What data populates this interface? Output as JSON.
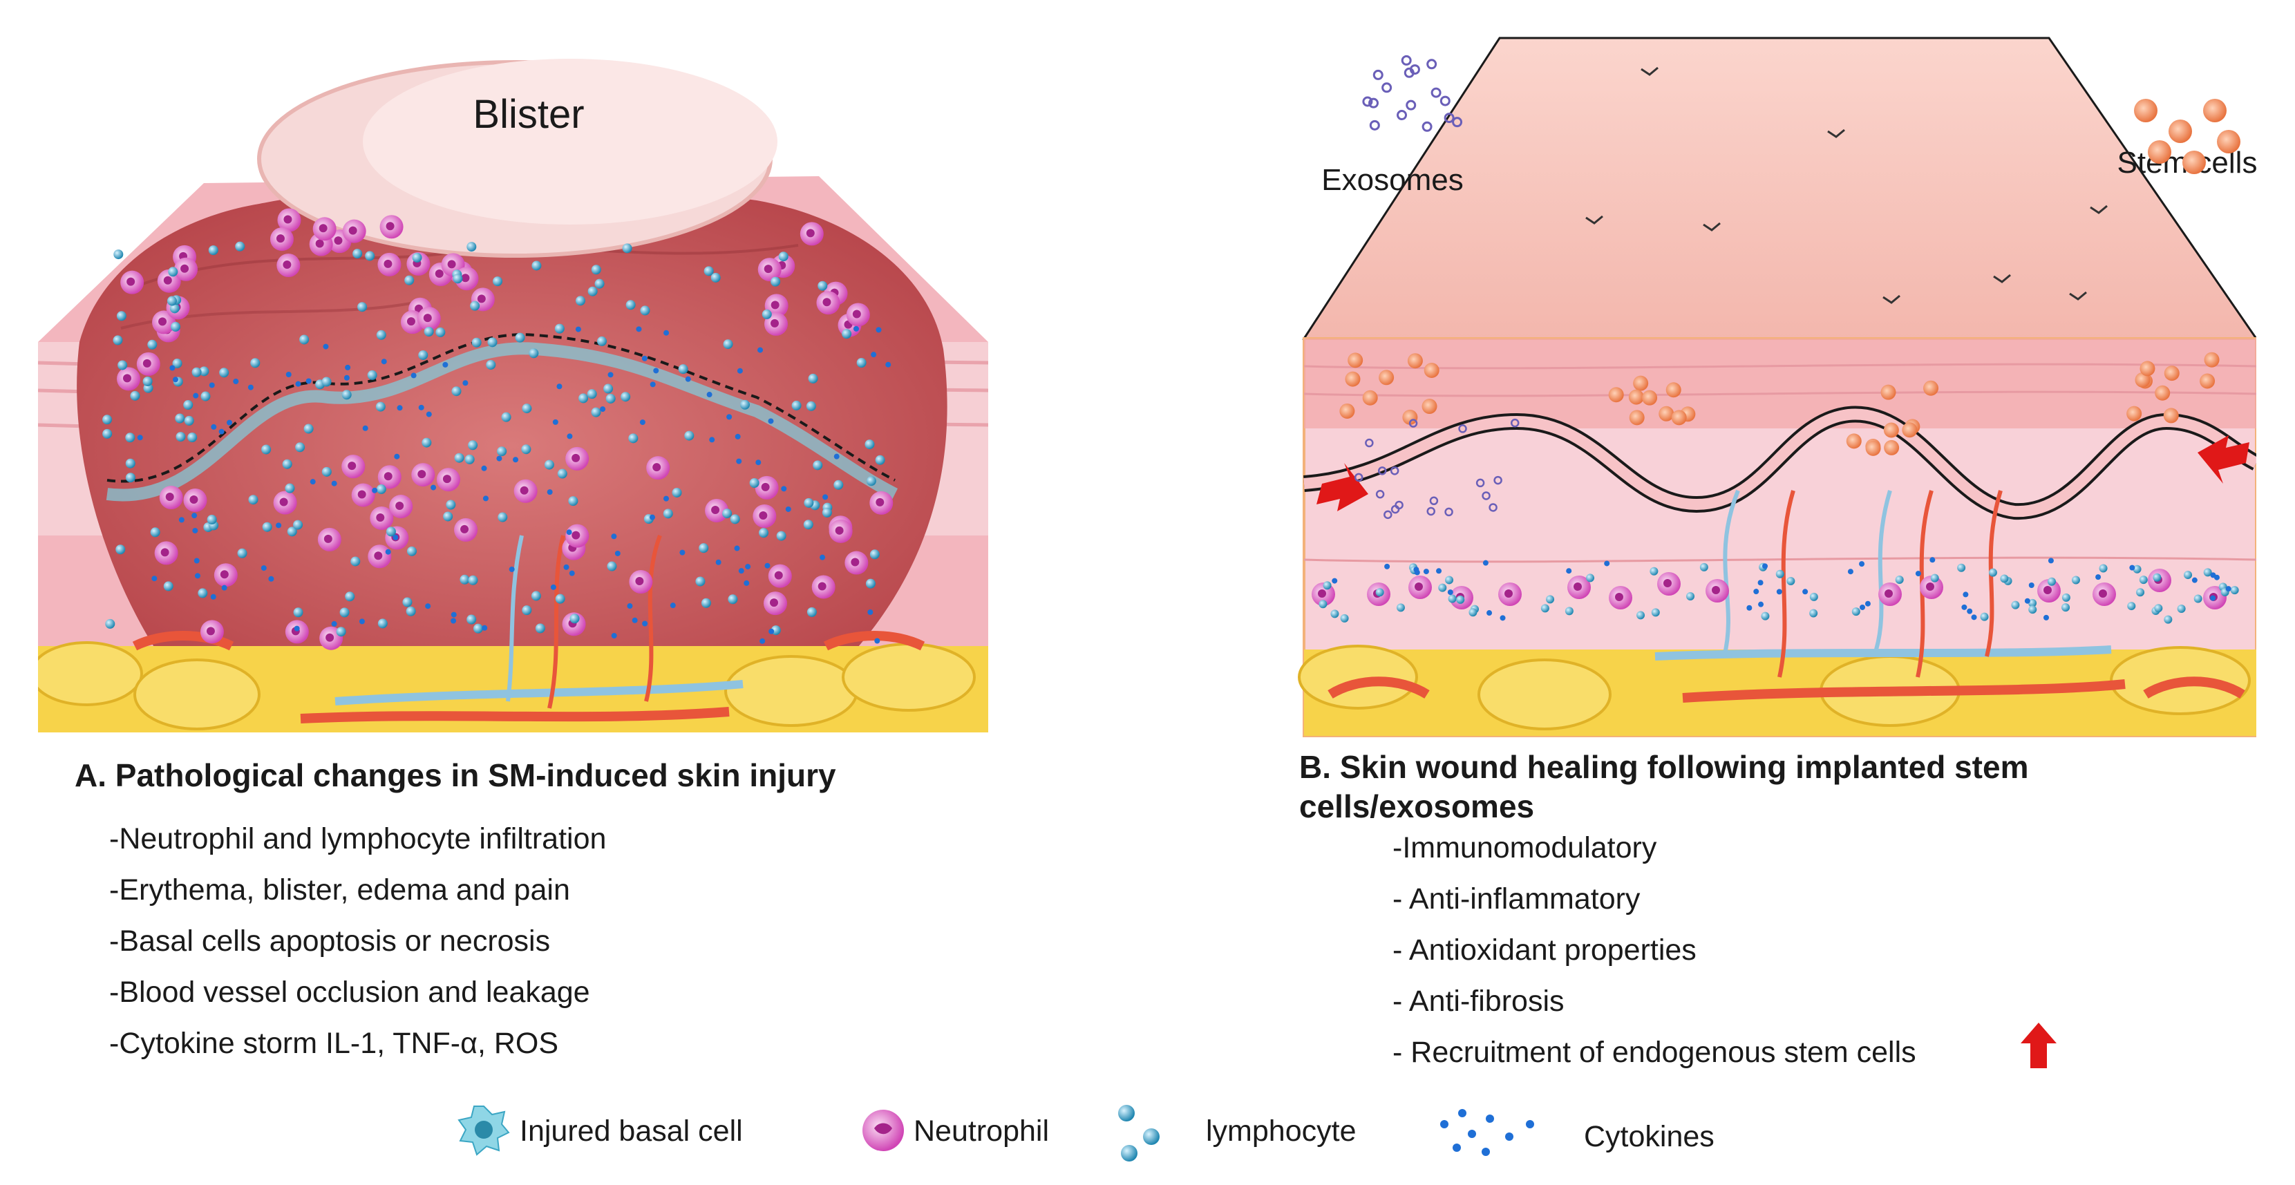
{
  "panel_a": {
    "blister_label": "Blister",
    "title": "A. Pathological changes in SM-induced skin injury",
    "items": [
      "-Neutrophil and lymphocyte infiltration",
      "-Erythema, blister, edema and pain",
      "-Basal cells apoptosis or necrosis",
      "-Blood vessel occlusion and leakage",
      "-Cytokine storm  IL-1, TNF-α, ROS"
    ]
  },
  "panel_b": {
    "exosomes_label": "Exosomes",
    "stem_cells_label": "Stem cells",
    "title_line1": "B. Skin wound healing following implanted stem",
    "title_line2": "cells/exosomes",
    "items": [
      "-Immunomodulatory",
      "- Anti-inflammatory",
      "- Antioxidant properties",
      "- Anti-fibrosis",
      "- Recruitment of endogenous stem cells"
    ]
  },
  "legend": {
    "injured_basal_cell": "Injured basal cell",
    "neutrophil": "Neutrophil",
    "lymphocyte": "lymphocyte",
    "cytokines": "Cytokines"
  },
  "colors": {
    "skin_pink": "#f7c9cf",
    "wound_red": "#c85a5e",
    "fat_yellow": "#f7d34a",
    "neutrophil_magenta": "#d84fc0",
    "lymphocyte_teal": "#2b9fc4",
    "cytokine_blue": "#1f6fd6",
    "vessel_red": "#e8553a",
    "vessel_blue": "#8fc3e0",
    "arrow_red": "#e01818"
  }
}
